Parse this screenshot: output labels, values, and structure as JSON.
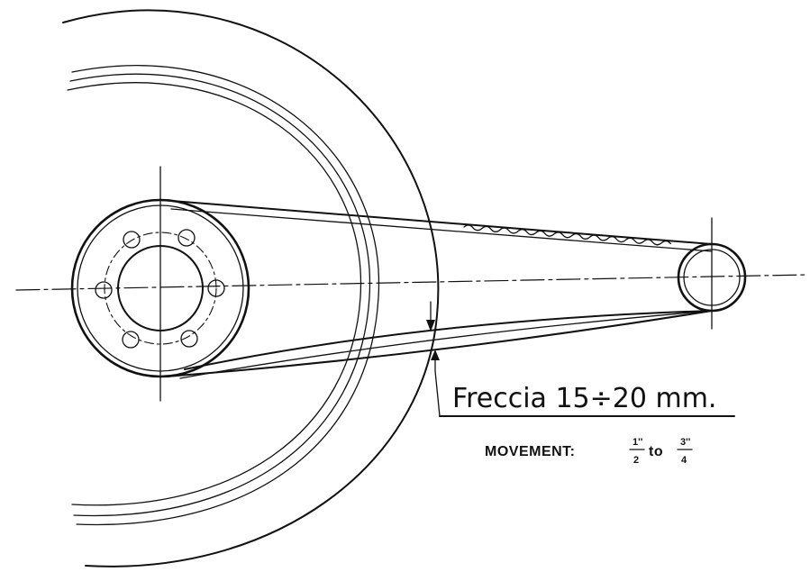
{
  "annotation": {
    "sag_label": "Freccia 15÷20 mm.",
    "movement_label": "MOVEMENT:",
    "range_from_num": "1''",
    "range_from_den": "2",
    "range_joiner": "to",
    "range_to_num": "3''",
    "range_to_den": "4"
  },
  "colors": {
    "ink": "#111111",
    "paper": "#ffffff"
  }
}
